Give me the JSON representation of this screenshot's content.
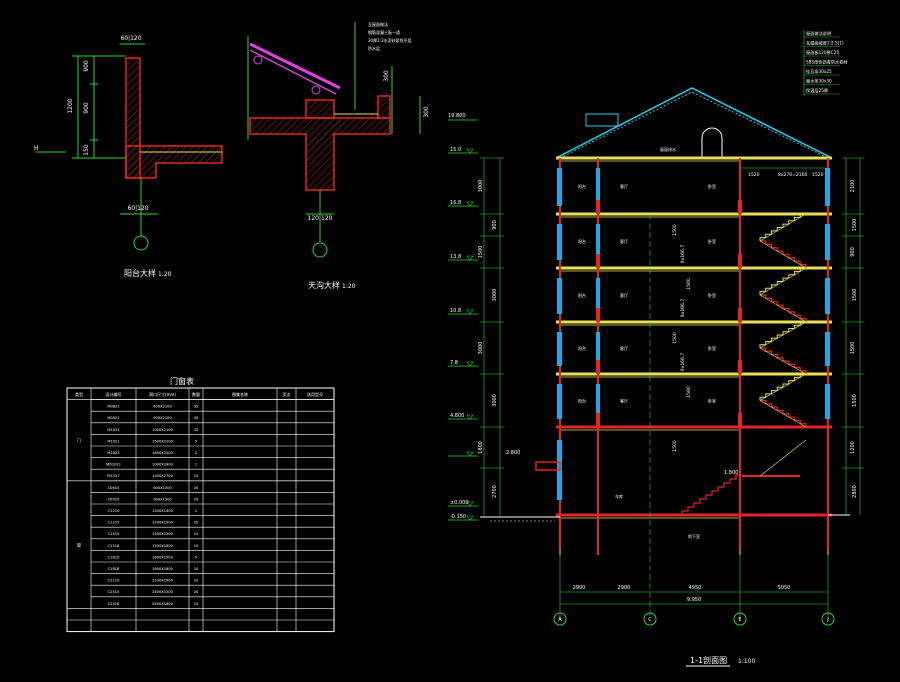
{
  "colors": {
    "background": "#000000",
    "dim": "#2ed62e",
    "wall": "#e02626",
    "slab": "#e8e05a",
    "glass": "#22a8e8",
    "roof": "#22d3ee",
    "annotation": "#e040e0",
    "text": "#ffffff"
  },
  "detail_balcony": {
    "title": "阳台大样",
    "scale": "1:20",
    "dims_top": "60|120",
    "dims_bottom": "60|120",
    "dims_side": [
      "900",
      "1200",
      "900",
      "150"
    ],
    "level_mark": "H"
  },
  "detail_eave": {
    "title": "天沟大样",
    "scale": "1:20",
    "notes": [
      "瓦屋面做法",
      "钢筋混凝土板一道",
      "30厚1:3水泥砂浆找平层",
      "防水层"
    ],
    "dims_side": [
      "300",
      "300"
    ],
    "dims_bottom": "120|120"
  },
  "door_window_table": {
    "title": "门窗表",
    "headers": [
      "类型",
      "设计编号",
      "洞口尺寸(mm)",
      "数量",
      "图集名称",
      "页次",
      "选用型号"
    ],
    "groups": [
      {
        "label": "门",
        "rows": [
          [
            "M0821",
            "800X2100",
            "35"
          ],
          [
            "M0921",
            "900X2100",
            "40"
          ],
          [
            "M1021",
            "1000X2100",
            "35"
          ],
          [
            "M1521",
            "1500X2100",
            "5"
          ],
          [
            "M1825",
            "1800X2500",
            "2"
          ],
          [
            "MD1021",
            "1000X2400",
            "1"
          ],
          [
            "M1527",
            "1500X2700",
            "10"
          ]
        ]
      },
      {
        "label": "窗",
        "rows": [
          [
            "C0615",
            "600X1500",
            "20"
          ],
          [
            "C0915",
            "900X1500",
            "20"
          ],
          [
            "C1214",
            "1200X1400",
            "1"
          ],
          [
            "C1215",
            "1200X1500",
            "10"
          ],
          [
            "C1515",
            "1500X1500",
            "10"
          ],
          [
            "C1518",
            "1500X1800",
            "10"
          ],
          [
            "C1815",
            "1800X1500",
            "5"
          ],
          [
            "C1818",
            "1800X1800",
            "10"
          ],
          [
            "C2115",
            "2100X1500",
            "20"
          ],
          [
            "C2415",
            "2400X1500",
            "20"
          ],
          [
            "C2418",
            "2400X1800",
            "10"
          ]
        ]
      }
    ]
  },
  "section": {
    "title": "1-1剖面图",
    "scale": "1:100",
    "roof_notes": [
      "屋面做法说明",
      "瓦屋面坡度1:2.5(1)",
      "屋面板120厚C25",
      "SBS改性沥青防水卷材",
      "挂瓦条30x25",
      "顺水条30x30",
      "保温层25厚"
    ],
    "roof_level": "19.800",
    "ridge_label": "屋面排水",
    "elevations": [
      "15.0",
      "16.8",
      "13.8",
      "10.8",
      "7.8",
      "4.800",
      "2.800",
      "±0.000",
      "-0.150"
    ],
    "left_dims": [
      "3000",
      "900",
      "1500",
      "3000",
      "3000",
      "3000",
      "1800",
      "2700"
    ],
    "right_dims": [
      "2100",
      "1500",
      "900",
      "1500",
      "1500",
      "1500",
      "1200",
      "2800"
    ],
    "top_dims": [
      "1520",
      "8x270=2160",
      "1520"
    ],
    "stair_mid_dims": [
      "1500",
      "1500",
      "1500",
      "1500",
      "1500"
    ],
    "stair_flights": [
      "9x166.7",
      "9x166.7",
      "9x166.7"
    ],
    "landing": "1.800",
    "rooms": [
      [
        "阳台",
        "客厅",
        "卧室"
      ],
      [
        "阳台",
        "客厅",
        "卧室"
      ],
      [
        "阳台",
        "客厅",
        "卧室"
      ],
      [
        "阳台",
        "客厅",
        "卧室"
      ],
      [
        "阳台",
        "客厅",
        "卧室"
      ]
    ],
    "ground_rooms": [
      "车库",
      "地下室"
    ],
    "axis_dims": [
      "2900",
      "2900",
      "4950",
      "5050"
    ],
    "axis_total": "9,950",
    "axes": [
      "A",
      "C",
      "E",
      "J"
    ]
  }
}
